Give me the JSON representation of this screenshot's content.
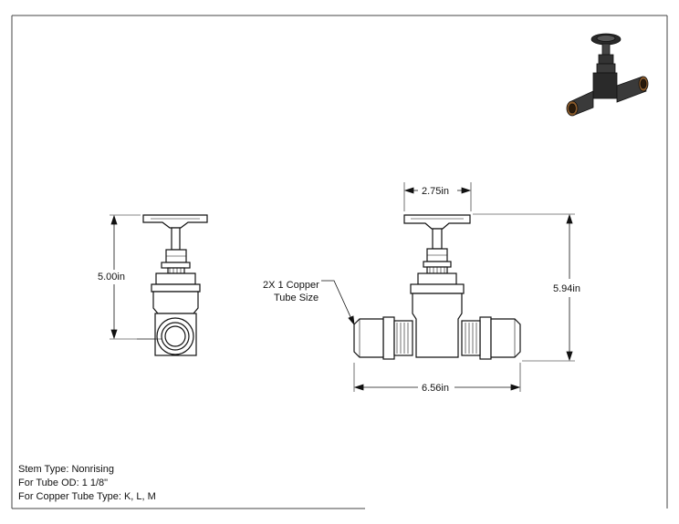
{
  "dimensions": {
    "side_height": "5.00in",
    "handwheel_width": "2.75in",
    "front_height": "5.94in",
    "overall_length": "6.56in"
  },
  "callout": {
    "line1": "2X 1 Copper",
    "line2": "Tube Size"
  },
  "notes": {
    "stem_type": "Stem Type: Nonrising",
    "tube_od": "For Tube OD: 1 1/8\"",
    "tube_type": "For Copper Tube Type: K, L, M"
  },
  "icons": {
    "iso_view": "gate-valve-3d-icon"
  }
}
